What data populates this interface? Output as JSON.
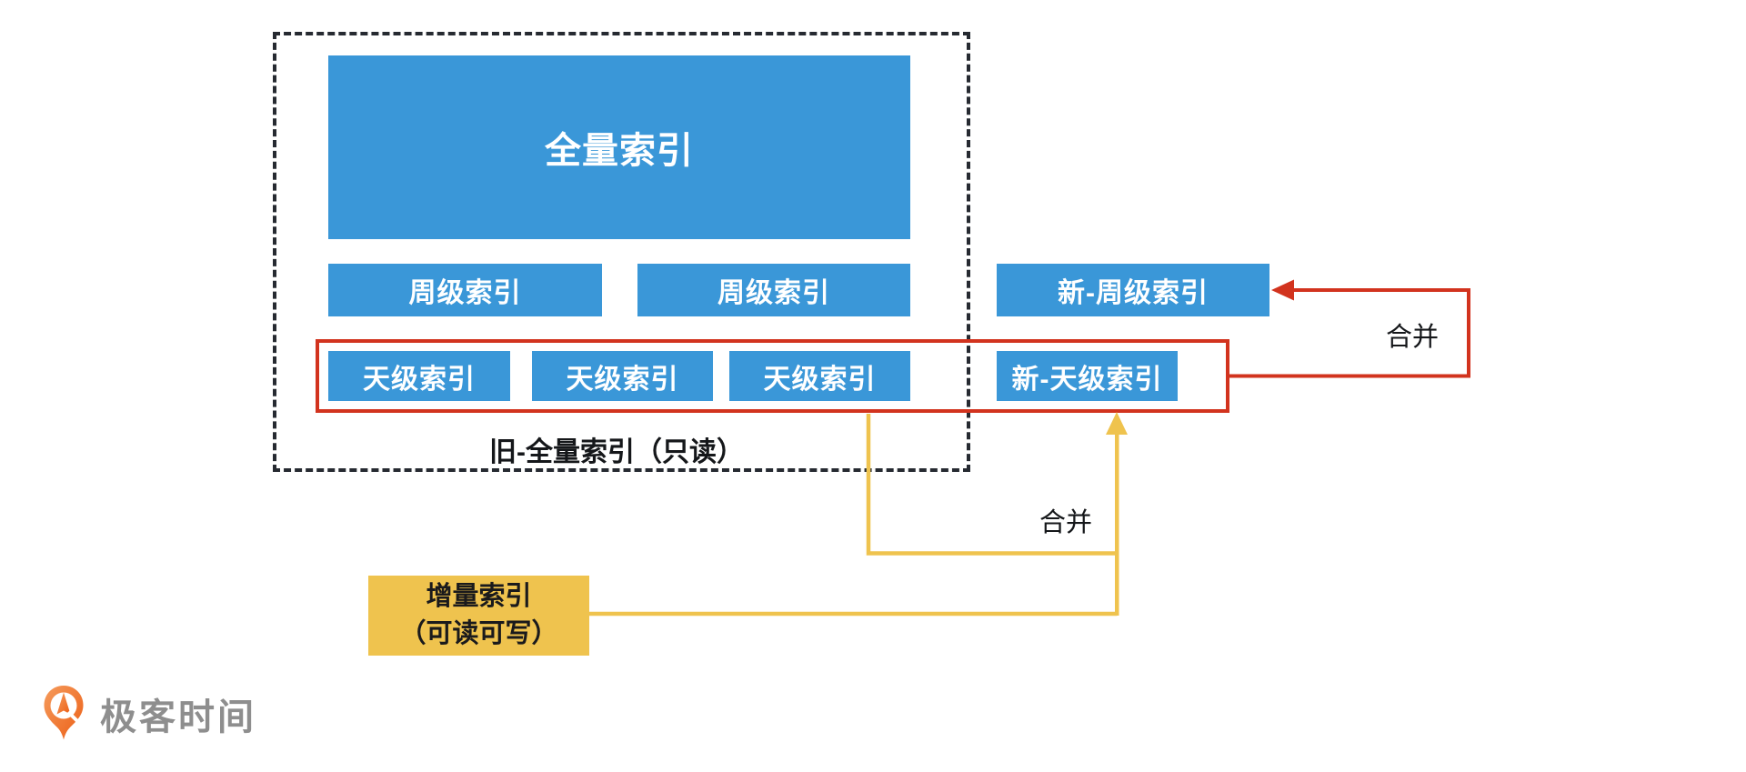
{
  "colors": {
    "box_blue": "#3a97d8",
    "accent_red": "#d2331e",
    "accent_yellow": "#efc34e",
    "logo_orange": "#ec5f16",
    "logo_orange_light": "#f59b5c",
    "logo_gray": "#8e8e8e"
  },
  "diagram": {
    "full_index_label": "全量索引",
    "week_indexes": [
      {
        "label": "周级索引"
      },
      {
        "label": "周级索引"
      }
    ],
    "new_week_index_label": "新-周级索引",
    "day_indexes": [
      {
        "label": "天级索引"
      },
      {
        "label": "天级索引"
      },
      {
        "label": "天级索引"
      }
    ],
    "new_day_index_label": "新-天级索引",
    "old_full_index_caption": "旧-全量索引（只读）",
    "merge_red_label": "合并",
    "merge_yellow_label": "合并",
    "incremental_index": {
      "line1": "增量索引",
      "line2": "（可读可写）"
    }
  },
  "footer": {
    "brand_name": "极客时间"
  }
}
